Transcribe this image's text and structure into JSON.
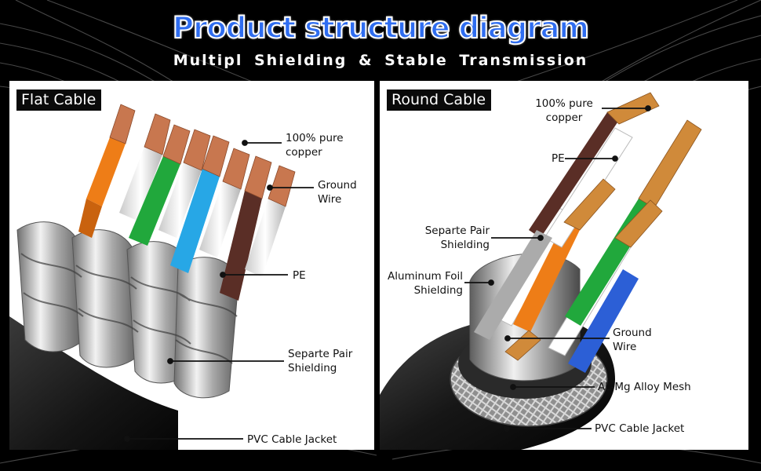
{
  "header": {
    "title": "Product structure diagram",
    "subtitle": "Multipl Shielding  &  Stable Transmission"
  },
  "panels": {
    "flat": {
      "tag": "Flat Cable",
      "labels": {
        "copper": "100% pure copper",
        "ground": "Ground Wire",
        "pe": "PE",
        "pair_shield": "Separte Pair Shielding",
        "jacket": "PVC Cable Jacket"
      }
    },
    "round": {
      "tag": "Round Cable",
      "labels": {
        "copper": "100% pure copper",
        "pe": "PE",
        "pair_shield": "Separte Pair Shielding",
        "foil": "Aluminum Foil Shielding",
        "ground": "Ground Wire",
        "mesh": "AL-Mg Alloy Mesh",
        "jacket": "PVC Cable Jacket"
      }
    }
  },
  "colors": {
    "title_blue": "#2f6df0",
    "orange": "#ee7d17",
    "green": "#21a83c",
    "blue": "#27a7e6",
    "brown": "#5a2e26",
    "copper": "#c8774f",
    "jacket": "#1a1a1a"
  }
}
